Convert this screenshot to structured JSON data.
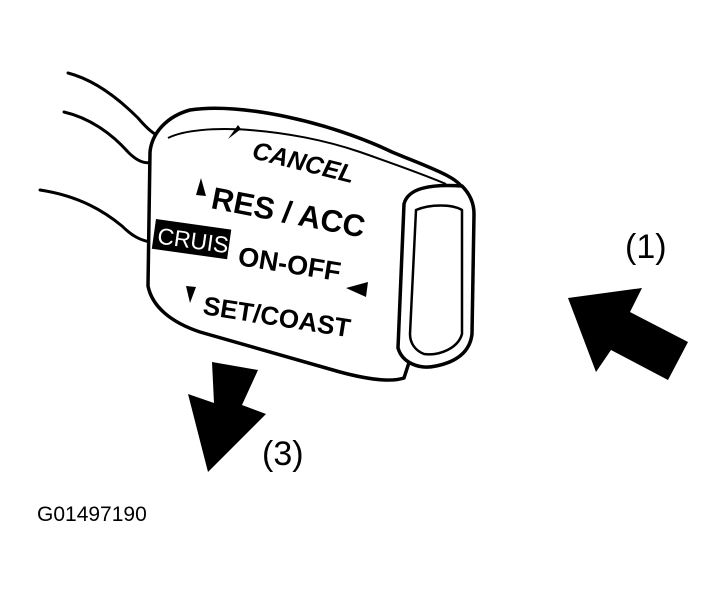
{
  "lever_labels": {
    "cancel": "CANCEL",
    "res_acc": "RES / ACC",
    "cruise": "CRUISE",
    "on_off": "ON-OFF",
    "set_coast": "SET/COAST"
  },
  "callouts": {
    "one": "(1)",
    "three": "(3)"
  },
  "figure_id": "G01497190",
  "colors": {
    "ink": "#000000",
    "paper": "#ffffff"
  }
}
